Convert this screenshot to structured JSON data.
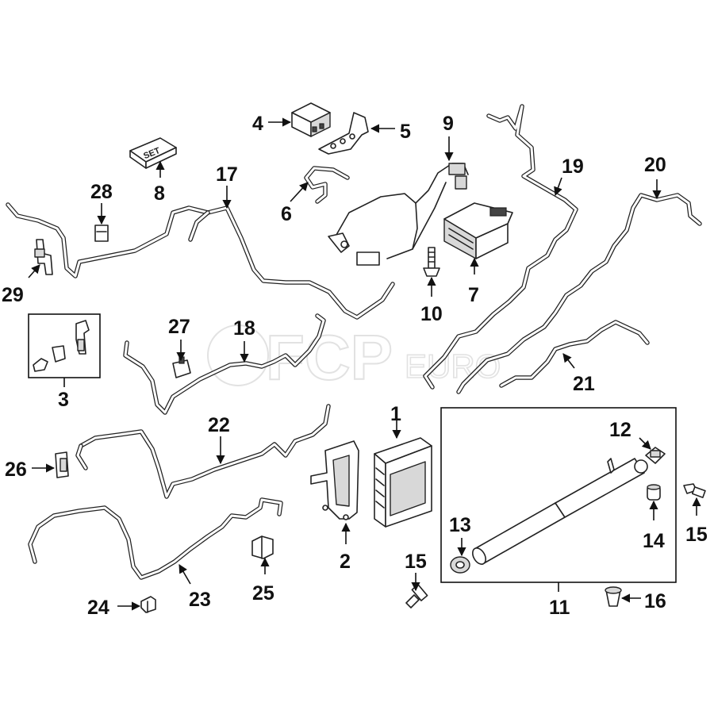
{
  "watermark": {
    "logo": "FCP",
    "suffix": "EURO"
  },
  "kit_label": "SET",
  "callouts": {
    "c1": "1",
    "c2": "2",
    "c3": "3",
    "c4": "4",
    "c5": "5",
    "c6": "6",
    "c7": "7",
    "c8": "8",
    "c9": "9",
    "c10": "10",
    "c11": "11",
    "c12": "12",
    "c13": "13",
    "c14": "14",
    "c15a": "15",
    "c15b": "15",
    "c16": "16",
    "c17": "17",
    "c18": "18",
    "c19": "19",
    "c20": "20",
    "c21": "21",
    "c22": "22",
    "c23": "23",
    "c24": "24",
    "c25": "25",
    "c26": "26",
    "c27": "27",
    "c28": "28",
    "c29": "29"
  }
}
